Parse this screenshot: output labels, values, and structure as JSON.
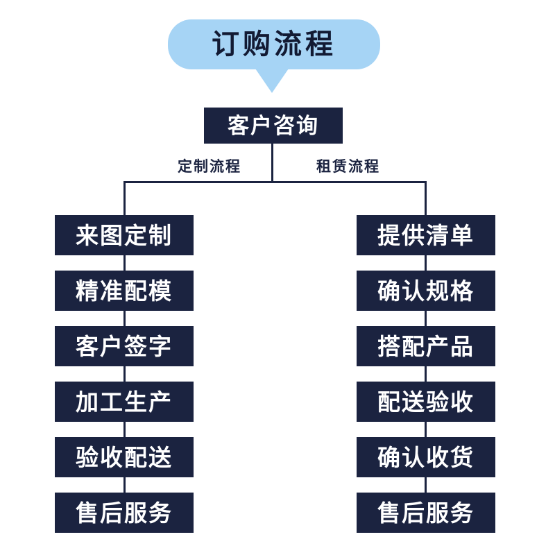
{
  "banner": {
    "title": "订购流程",
    "fill_color": "#a6d4f5",
    "text_color": "#121a33"
  },
  "theme": {
    "node_color": "#1b2340",
    "node_text_color": "#ffffff",
    "line_color": "#1b2340",
    "background": "#ffffff"
  },
  "root": {
    "label": "客户咨询"
  },
  "branches": [
    {
      "label": "定制流程",
      "steps": [
        {
          "label": "来图定制"
        },
        {
          "label": "精准配模"
        },
        {
          "label": "客户签字"
        },
        {
          "label": "加工生产"
        },
        {
          "label": "验收配送"
        },
        {
          "label": "售后服务"
        }
      ]
    },
    {
      "label": "租赁流程",
      "steps": [
        {
          "label": "提供清单"
        },
        {
          "label": "确认规格"
        },
        {
          "label": "搭配产品"
        },
        {
          "label": "配送验收"
        },
        {
          "label": "确认收货"
        },
        {
          "label": "售后服务"
        }
      ]
    }
  ]
}
